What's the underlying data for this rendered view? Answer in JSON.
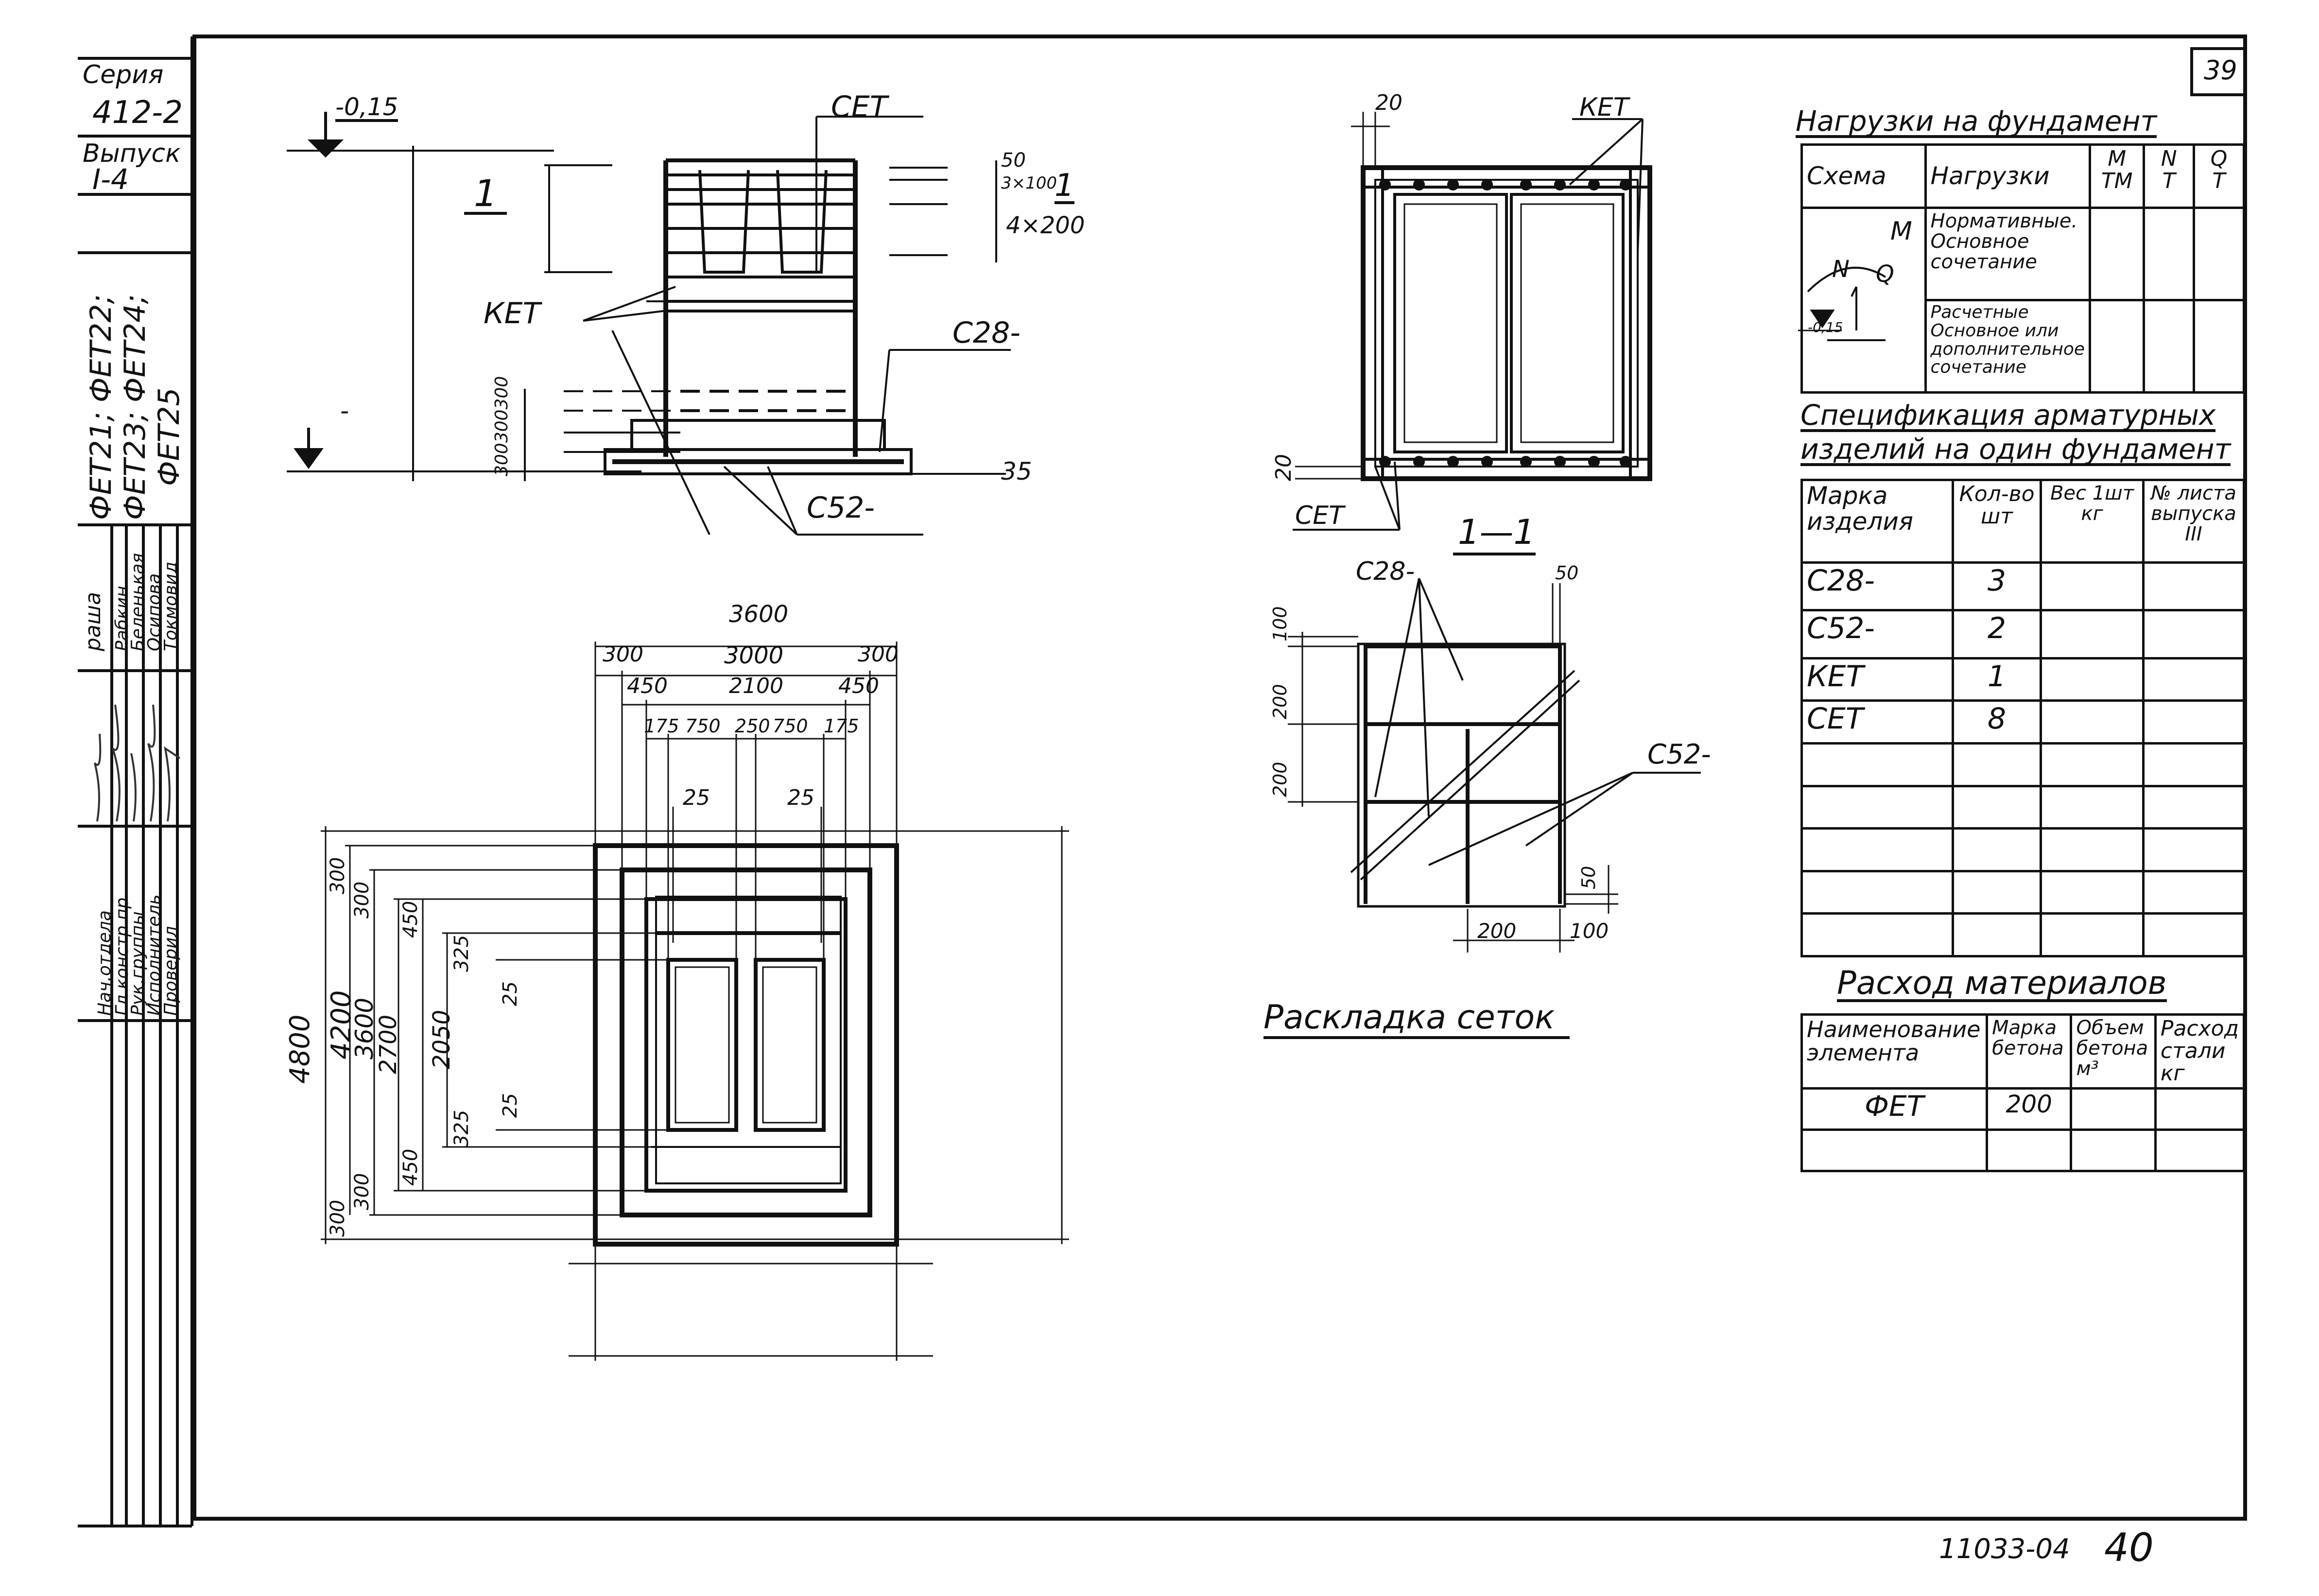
{
  "sheet": {
    "sheet_number": "39",
    "bottom_code": "11033-04",
    "bottom_page": "40"
  },
  "side": {
    "series_label": "Серия",
    "series_value": "412-2",
    "issue_label": "Выпуск",
    "issue_value": "I-4",
    "marks_line1": "ФЕТ21; ФЕТ22;",
    "marks_line2": "ФЕТ23; ФЕТ24;",
    "marks_line3": "ФЕТ25",
    "roles": [
      "Нач.отдела",
      "Гл.констр.пр",
      "Рук.группы",
      "Исполнитель",
      "Проверил"
    ],
    "names": [
      "Рабкин",
      "Беленькая",
      "Осипова",
      "Токмовид"
    ],
    "names_header": "раша"
  },
  "elevation": {
    "level_top": "-0,15",
    "section_mark": "1",
    "label_cet": "СЕТ",
    "label_ket": "КЕТ",
    "label_c28": "С28-",
    "label_c52": "С52-",
    "dim_50": "50",
    "dim_3x100": "3×100",
    "dim_4x200": "4×200",
    "dim_300s": "300300300",
    "dim_35": "35",
    "minus": "-"
  },
  "plan": {
    "d3600": "3600",
    "d300l": "300",
    "d3000": "3000",
    "d300r": "300",
    "d450l": "450",
    "d2100": "2100",
    "d450r": "450",
    "d175l": "175",
    "d750l": "750",
    "d250": "250",
    "d750r": "750",
    "d175r": "175",
    "d25a": "25",
    "d25b": "25",
    "v4800": "4800",
    "v4200": "4200",
    "v3600": "3600",
    "v2700": "2700",
    "v2050": "2050",
    "v300a": "300",
    "v300b": "300",
    "v450a": "450",
    "v325a": "325",
    "v25a": "25",
    "v25b": "25",
    "v325b": "325",
    "v450b": "450",
    "v300c": "300",
    "v300d": "300"
  },
  "top_view": {
    "d20_top": "20",
    "label_ket": "КЕТ",
    "d20_side": "20",
    "label_cet": "СЕТ",
    "section": "1—1"
  },
  "mesh": {
    "label_c28": "С28-",
    "label_c52": "С52-",
    "d50_top": "50",
    "d100_top": "100",
    "d200a": "200",
    "d200b": "200",
    "d50_bot": "50",
    "d200_bot": "200",
    "d100_bot": "100",
    "caption": "Раскладка сеток"
  },
  "loads": {
    "title": "Нагрузки на фундамент",
    "h_scheme": "Схема",
    "h_loads": "Нагрузки",
    "h_m": "М",
    "h_m_unit": "ТМ",
    "h_n": "N",
    "h_n_unit": "Т",
    "h_q": "Q",
    "h_q_unit": "Т",
    "row1": "Нормативные. Основное сочетание",
    "row2": "Расчетные Основное или дополнительное сочетание",
    "scheme_m": "M",
    "scheme_n": "N",
    "scheme_q": "Q",
    "scheme_level": "-0,15"
  },
  "spec": {
    "title_line1": "Спецификация арматурных",
    "title_line2": "изделий на один фундамент",
    "h_mark": "Марка изделия",
    "h_qty": "Кол-во шт",
    "h_weight": "Вес 1шт кг",
    "h_sheet": "№ листа выпуска III",
    "rows": [
      {
        "mark": "С28-",
        "qty": "3"
      },
      {
        "mark": "С52-",
        "qty": "2"
      },
      {
        "mark": "КЕТ",
        "qty": "1"
      },
      {
        "mark": "СЕТ",
        "qty": "8"
      }
    ]
  },
  "materials": {
    "title": "Расход материалов",
    "h_name": "Наименование элемента",
    "h_grade": "Марка бетона",
    "h_volume": "Объем бетона м³",
    "h_steel": "Расход стали кг",
    "row_name": "ФЕТ",
    "row_grade": "200"
  }
}
